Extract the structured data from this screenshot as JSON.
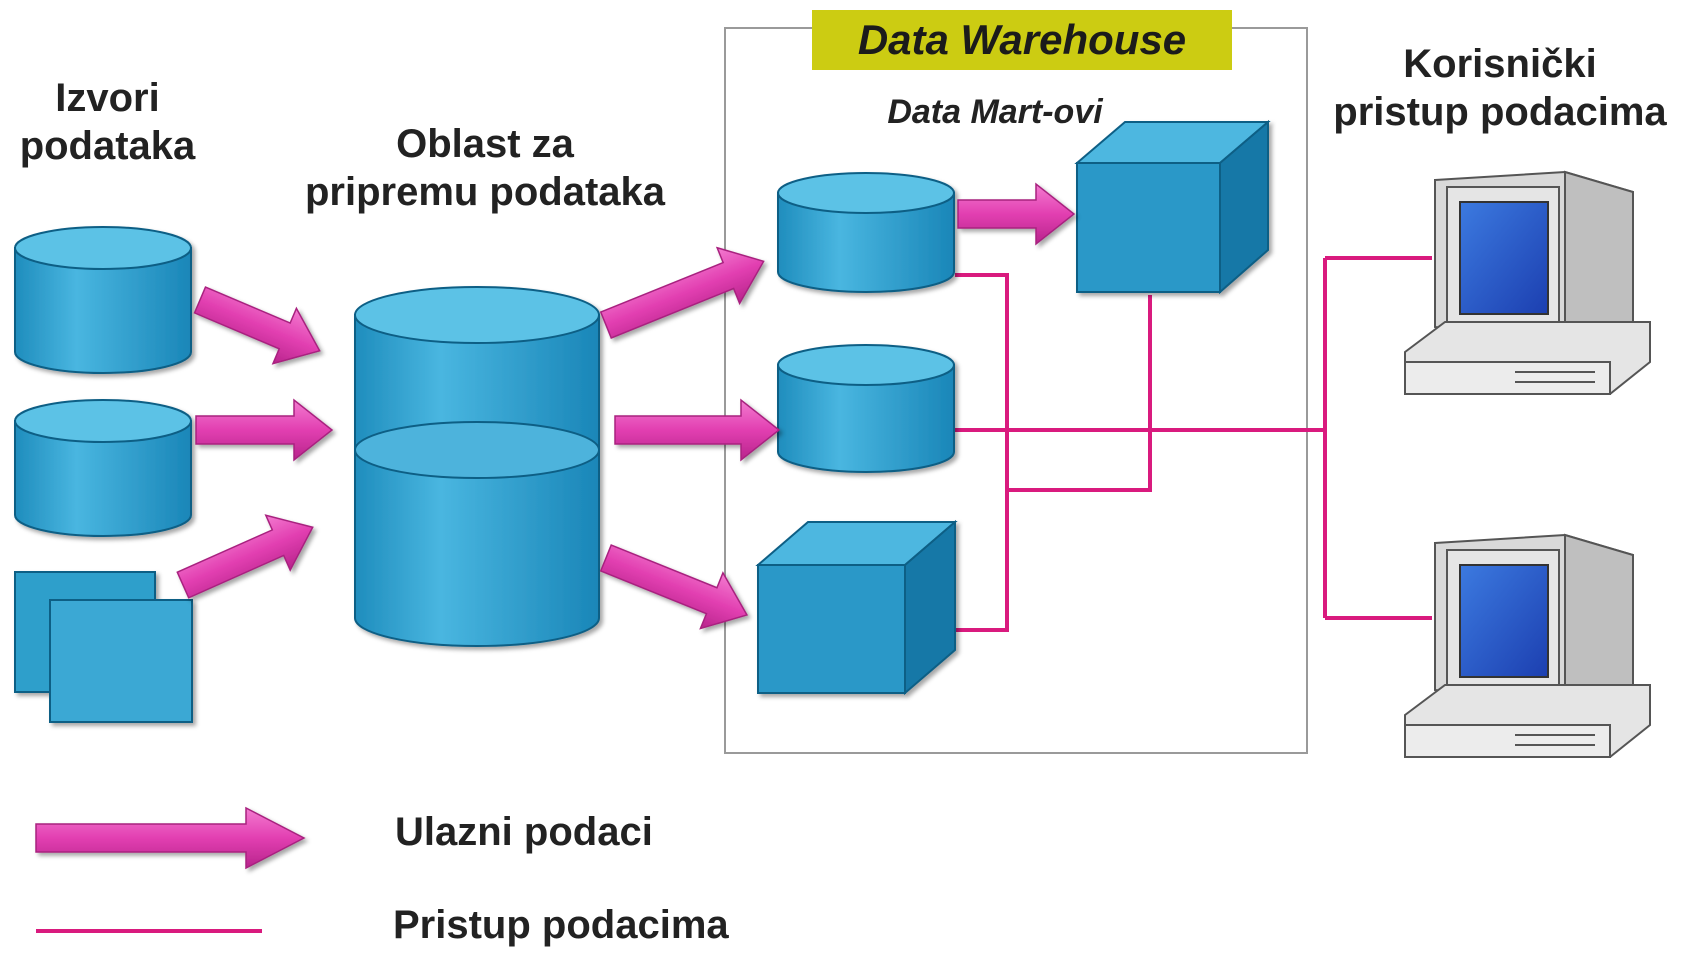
{
  "diagram": {
    "sources_label": [
      "Izvori",
      "podataka"
    ],
    "staging_label": [
      "Oblast za",
      "pripremu podataka"
    ],
    "warehouse_label": "Data Warehouse",
    "data_marts_label": "Data Mart-ovi",
    "user_access_label": [
      "Korisnički",
      "pristup podacima"
    ]
  },
  "legend": {
    "input_label": "Ulazni podaci",
    "access_label": "Pristup podacima"
  },
  "colors": {
    "cylinder": "#2f9fcb",
    "cylinder_top": "#5cc2e6",
    "cube_front": "#2a98c8",
    "cube_side": "#1578a7",
    "cube_top": "#4eb7e0",
    "arrow": "#e33fb2",
    "access_line": "#d91a7e",
    "warehouse_banner": "#cccc12"
  }
}
